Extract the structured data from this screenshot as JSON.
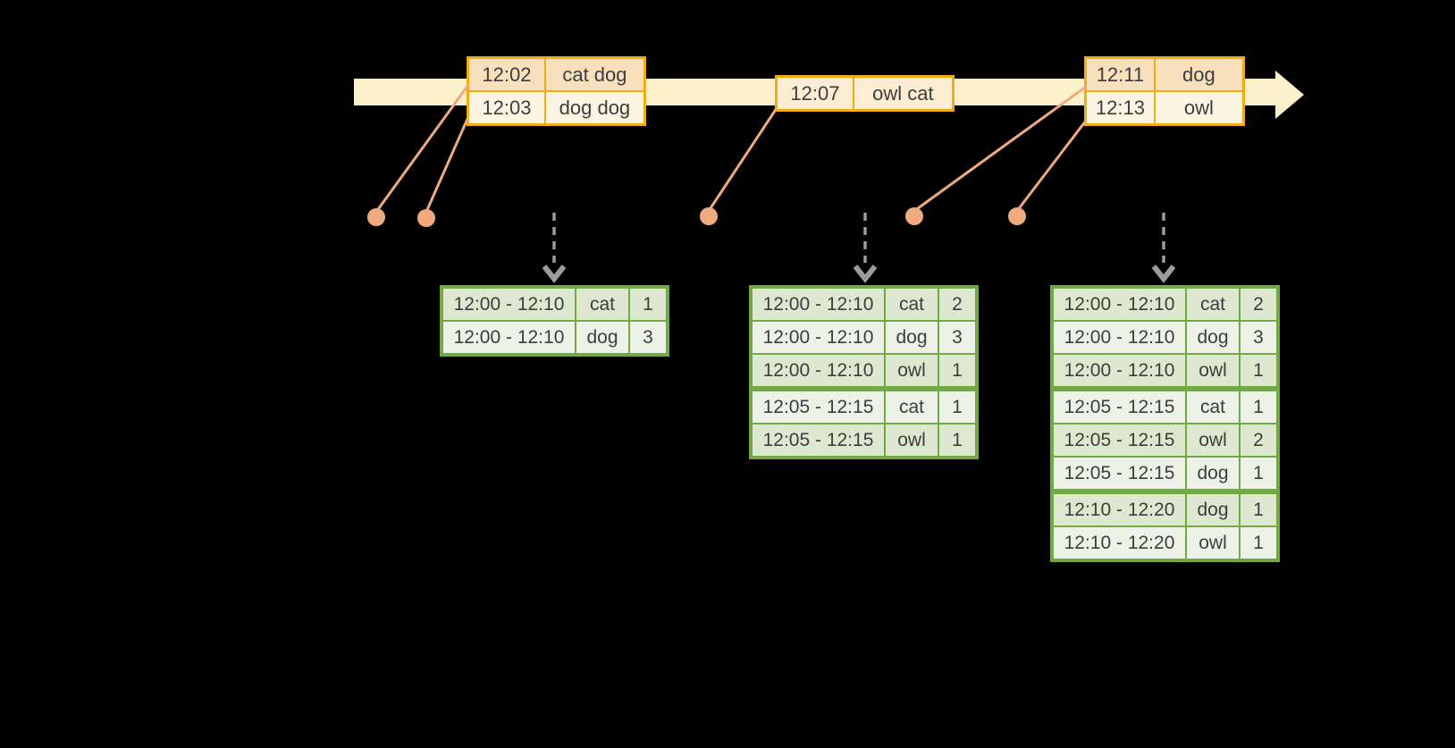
{
  "timeline": {
    "events": [
      {
        "time": "12:02",
        "words": "cat dog"
      },
      {
        "time": "12:03",
        "words": "dog dog"
      },
      {
        "time": "12:07",
        "words": "owl cat"
      },
      {
        "time": "12:11",
        "words": "dog"
      },
      {
        "time": "12:13",
        "words": "owl"
      }
    ]
  },
  "tables": [
    {
      "rows": [
        [
          "12:00 - 12:10",
          "cat",
          "1"
        ],
        [
          "12:00 - 12:10",
          "dog",
          "3"
        ]
      ]
    },
    {
      "rows": [
        [
          "12:00 - 12:10",
          "cat",
          "2"
        ],
        [
          "12:00 - 12:10",
          "dog",
          "3"
        ],
        [
          "12:00 - 12:10",
          "owl",
          "1"
        ],
        [
          "12:05 - 12:15",
          "cat",
          "1"
        ],
        [
          "12:05 - 12:15",
          "owl",
          "1"
        ]
      ]
    },
    {
      "rows": [
        [
          "12:00 - 12:10",
          "cat",
          "2"
        ],
        [
          "12:00 - 12:10",
          "dog",
          "3"
        ],
        [
          "12:00 - 12:10",
          "owl",
          "1"
        ],
        [
          "12:05 - 12:15",
          "cat",
          "1"
        ],
        [
          "12:05 - 12:15",
          "owl",
          "2"
        ],
        [
          "12:05 - 12:15",
          "dog",
          "1"
        ],
        [
          "12:10 - 12:20",
          "dog",
          "1"
        ],
        [
          "12:10 - 12:20",
          "owl",
          "1"
        ]
      ]
    }
  ],
  "colors": {
    "background": "#000000",
    "timeline_band": "#fcf1cb",
    "event_border": "#f0ac10",
    "event_row_peach": "#f9e0bd",
    "event_row_cream": "#fdf4e2",
    "event_single_fill": "#fcecd2",
    "connector_orange": "#f1a97e",
    "arrow_gray": "#9c9c9c",
    "table_border_green": "#72a944",
    "table_row_dark": "#dee8d0",
    "table_row_light": "#edf2e7",
    "text": "#3d3d3d"
  }
}
